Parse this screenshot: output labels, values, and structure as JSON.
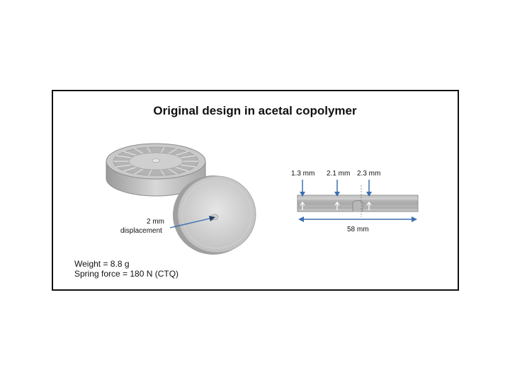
{
  "title": "Original design in acetal copolymer",
  "callouts": {
    "displacement_value": "2 mm",
    "displacement_word": "displacement"
  },
  "dimensions": {
    "d1": "1.3 mm",
    "d2": "2.1 mm",
    "d3": "2.3 mm",
    "length": "58 mm"
  },
  "stats": {
    "weight": "Weight = 8.8 g",
    "spring_force": "Spring force = 180 N (CTQ)"
  },
  "colors": {
    "dimension_blue": "#3d6fb0",
    "part_gray": "#c8c8c8"
  }
}
